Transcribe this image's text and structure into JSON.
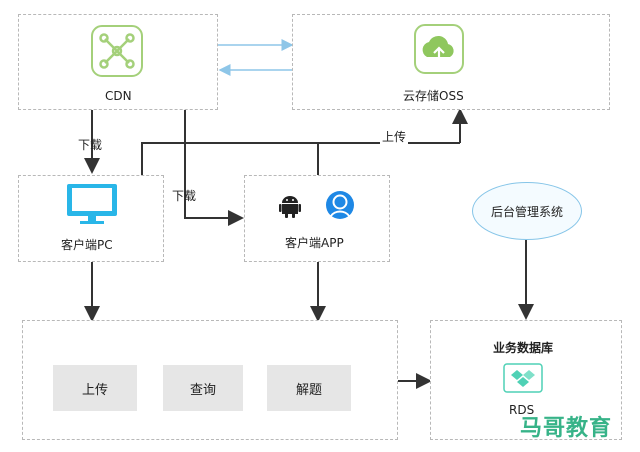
{
  "nodes": {
    "cdn": "CDN",
    "oss": "云存储OSS",
    "client_pc": "客户端PC",
    "client_app": "客户端APP",
    "admin": "后台管理系统",
    "db_title": "业务数据库",
    "rds": "RDS"
  },
  "edges": {
    "download_1": "下载",
    "download_2": "下载",
    "upload": "上传"
  },
  "actions": [
    "上传",
    "查询",
    "解题"
  ],
  "watermark": "马哥教育",
  "colors": {
    "cdn_green": "#a4d07a",
    "pc_blue": "#29b6e8",
    "user_blue": "#1e88e5",
    "rds_teal": "#4fd1b5",
    "watermark_green": "#37b388",
    "sync_arrow_blue": "#8ec6e8"
  },
  "icons": [
    "network-hub-icon",
    "cloud-upload-icon",
    "monitor-icon",
    "android-icon",
    "user-icon",
    "database-icon"
  ]
}
